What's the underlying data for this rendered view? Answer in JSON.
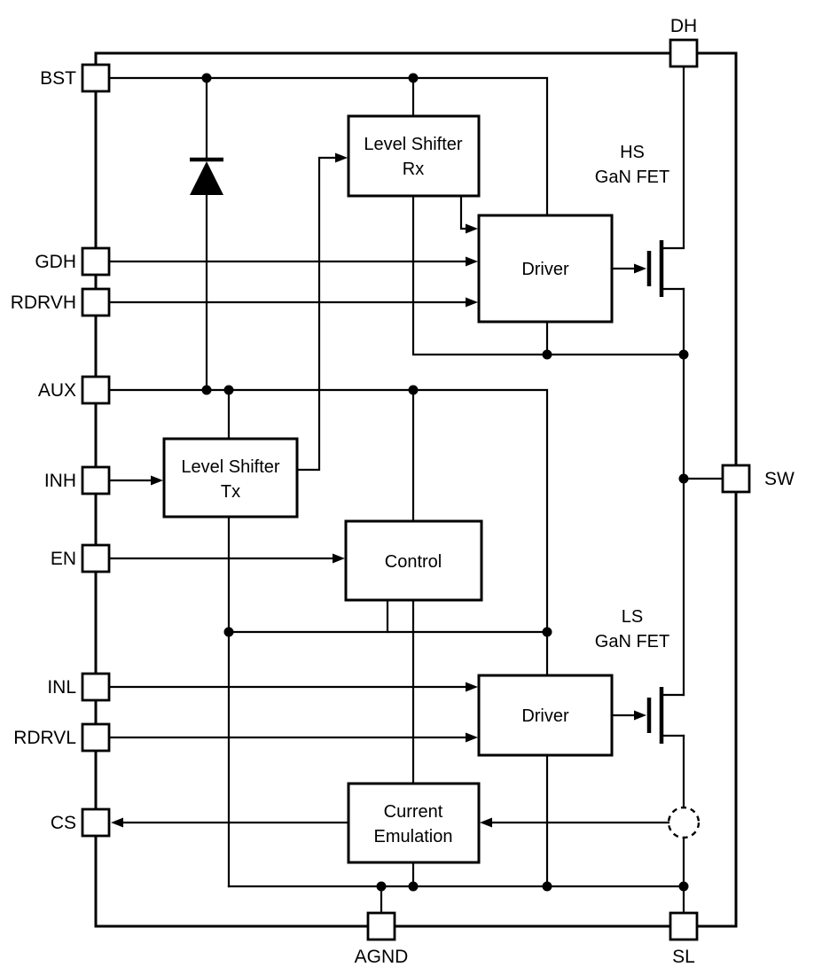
{
  "diagram": {
    "background": "#ffffff",
    "line_color": "#000000",
    "pins": {
      "bst": "BST",
      "gdh": "GDH",
      "rdrvh": "RDRVH",
      "aux": "AUX",
      "inh": "INH",
      "en": "EN",
      "inl": "INL",
      "rdrvl": "RDRVL",
      "cs": "CS",
      "dh": "DH",
      "sw": "SW",
      "agnd": "AGND",
      "sl": "SL"
    },
    "blocks": {
      "level_shifter_rx": {
        "line1": "Level Shifter",
        "line2": "Rx"
      },
      "hs_driver": {
        "label": "Driver"
      },
      "level_shifter_tx": {
        "line1": "Level Shifter",
        "line2": "Tx"
      },
      "control": {
        "label": "Control"
      },
      "ls_driver": {
        "label": "Driver"
      },
      "current_emulation": {
        "line1": "Current",
        "line2": "Emulation"
      }
    },
    "transistors": {
      "hs_fet": {
        "line1": "HS",
        "line2": "GaN FET"
      },
      "ls_fet": {
        "line1": "LS",
        "line2": "GaN FET"
      }
    }
  }
}
